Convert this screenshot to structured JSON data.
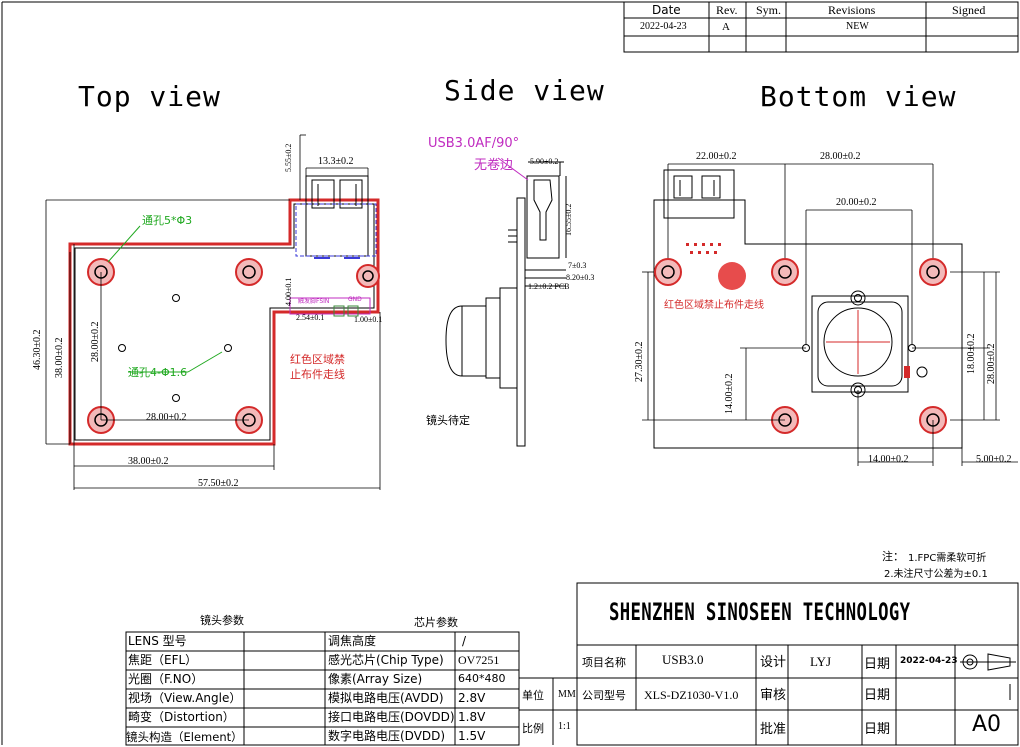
{
  "revision_table": {
    "headers": [
      "Date",
      "Rev.",
      "Sym.",
      "Revisions",
      "Signed"
    ],
    "row": {
      "date": "2022-04-23",
      "rev": "A",
      "sym": "",
      "revisions": "NEW",
      "signed": ""
    }
  },
  "views": {
    "top": "Top view",
    "side": "Side view",
    "bottom": "Bottom view"
  },
  "top_view": {
    "dims": [
      "13.3±0.2",
      "5.55±0.2",
      "46.30±0.2",
      "38.00±0.2",
      "28.00±0.2",
      "28.00±0.2",
      "38.00±0.2",
      "57.50±0.2",
      "4.00±0.1",
      "2.54±0.1",
      "1.00±0.1"
    ],
    "callout_hole5": "通孔5*Φ3",
    "callout_hole4": "通孔4-Φ1.6",
    "red_zone_note": "红色区域禁止布件走线",
    "pin_labels": [
      "触发脚FSIN",
      "GND"
    ]
  },
  "side_view": {
    "usb_label": "USB3.0AF/90°",
    "no_flange": "无卷边",
    "dims": [
      "5.90±0.2",
      "16.55±0.2",
      "7±0.3",
      "8.20±0.3",
      "1.2±0.2 PCB"
    ],
    "lens_note": "镜头待定"
  },
  "bottom_view": {
    "dims": [
      "22.00±0.2",
      "28.00±0.2",
      "20.00±0.2",
      "27.30±0.2",
      "14.00±0.2",
      "18.00±0.2",
      "28.00±0.2",
      "14.00±0.2",
      "5.00±0.2"
    ],
    "red_zone_note": "红色区域禁止布件走线"
  },
  "notes": {
    "title": "注：",
    "items": [
      "1.FPC需柔软可折",
      "2.未注尺寸公差为±0.1"
    ]
  },
  "lens_params": {
    "title": "镜头参数",
    "rows": [
      "LENS 型号",
      "焦距（EFL）",
      "光圈（F.NO）",
      "视场（View.Angle）",
      "畸变（Distortion）",
      "镜头构造（Element）"
    ]
  },
  "chip_params": {
    "title": "芯片参数",
    "rows": [
      {
        "label": "调焦高度",
        "value": "/"
      },
      {
        "label": "感光芯片(Chip Type)",
        "value": "OV7251"
      },
      {
        "label": "像素(Array Size)",
        "value": "640*480"
      },
      {
        "label": "模拟电路电压(AVDD)",
        "value": "2.8V"
      },
      {
        "label": "接口电路电压(DOVDD)",
        "value": "1.8V"
      },
      {
        "label": "数字电路电压(DVDD)",
        "value": "1.5V"
      }
    ]
  },
  "title_block": {
    "company": "SHENZHEN SINOSEEN TECHNOLOGY",
    "project_label": "项目名称",
    "project_value": "USB3.0",
    "design_label": "设计",
    "design_value": "LYJ",
    "date_label": "日期",
    "date_value": "2022-04-23",
    "unit_label": "单位",
    "unit_value": "MM",
    "model_label": "公司型号",
    "model_value": "XLS-DZ1030-V1.0",
    "review_label": "审核",
    "date2_label": "日期",
    "scale_label": "比例",
    "scale_value": "1:1",
    "approve_label": "批准",
    "date3_label": "日期",
    "sheet": "A0"
  }
}
